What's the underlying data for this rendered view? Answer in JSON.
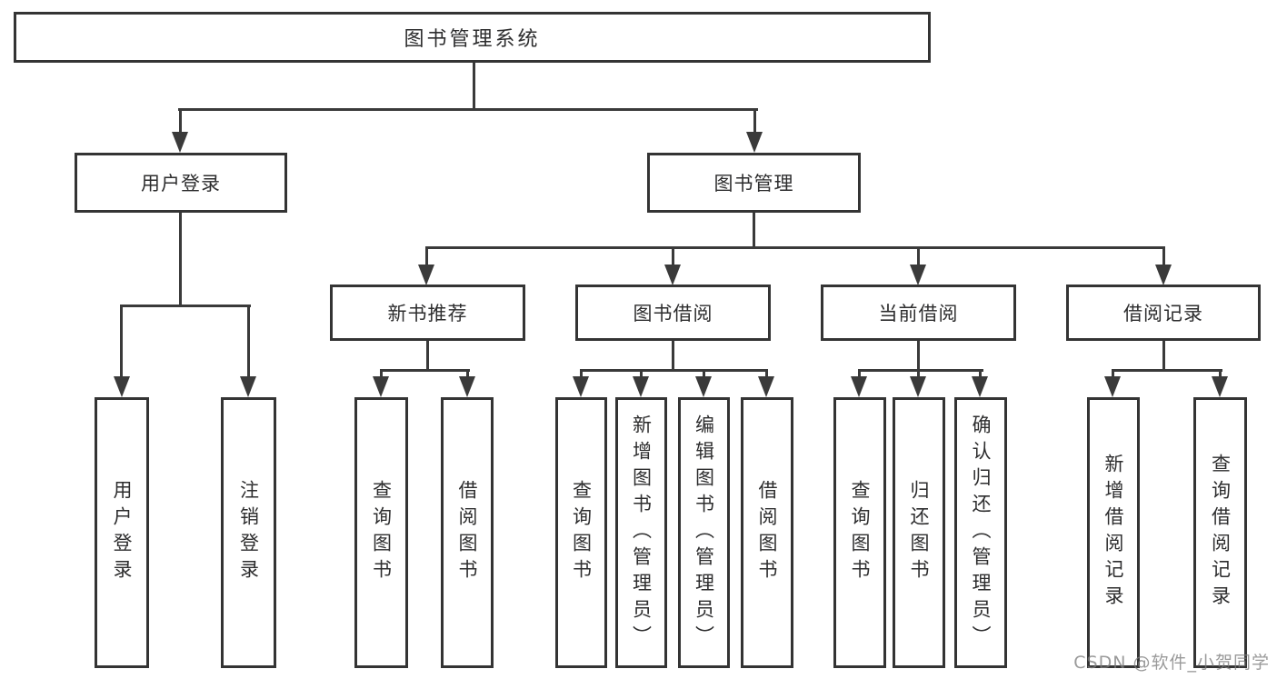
{
  "tree": {
    "root": {
      "label": "图书管理系统",
      "children": [
        {
          "label": "用户登录",
          "children": [
            {
              "label": "用户登录"
            },
            {
              "label": "注销登录"
            }
          ]
        },
        {
          "label": "图书管理",
          "children": [
            {
              "label": "新书推荐",
              "children": [
                {
                  "label": "查询图书"
                },
                {
                  "label": "借阅图书"
                }
              ]
            },
            {
              "label": "图书借阅",
              "children": [
                {
                  "label": "查询图书"
                },
                {
                  "label": "新增图书（管理员）"
                },
                {
                  "label": "编辑图书（管理员）"
                },
                {
                  "label": "借阅图书"
                }
              ]
            },
            {
              "label": "当前借阅",
              "children": [
                {
                  "label": "查询图书"
                },
                {
                  "label": "归还图书"
                },
                {
                  "label": "确认归还（管理员）"
                }
              ]
            },
            {
              "label": "借阅记录",
              "children": [
                {
                  "label": "新增借阅记录"
                },
                {
                  "label": "查询借阅记录"
                }
              ]
            }
          ]
        }
      ]
    }
  },
  "watermark": {
    "text": "CSDN @软件_小贺同学"
  },
  "colors": {
    "line": "#3a3a3a",
    "border": "#343434",
    "text": "#2d2d2e",
    "background": "#ffffff",
    "watermark": "#7d7d7d"
  }
}
